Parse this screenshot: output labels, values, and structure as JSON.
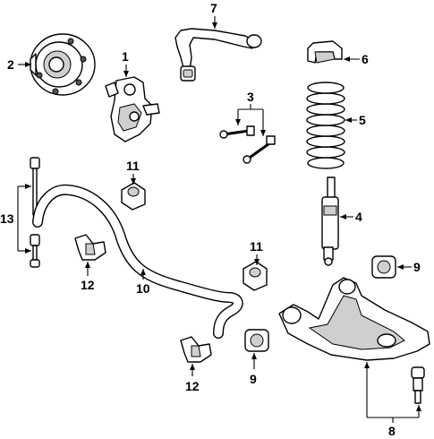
{
  "callouts": {
    "c1": "1",
    "c2": "2",
    "c3": "3",
    "c4": "4",
    "c5": "5",
    "c6": "6",
    "c7": "7",
    "c8": "8",
    "c9a": "9",
    "c9b": "9",
    "c10": "10",
    "c11a": "11",
    "c11b": "11",
    "c12a": "12",
    "c12b": "12",
    "c13": "13"
  }
}
